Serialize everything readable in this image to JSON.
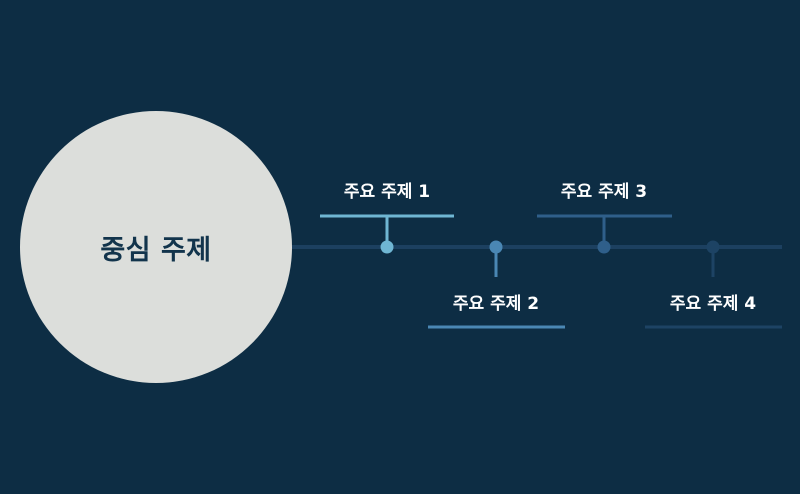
{
  "center": {
    "label": "중심 주제"
  },
  "topics": [
    {
      "label": "주요 주제 1",
      "color": "#6fb6d3"
    },
    {
      "label": "주요 주제 2",
      "color": "#4a87b4"
    },
    {
      "label": "주요 주제 3",
      "color": "#2f5f8a"
    },
    {
      "label": "주요 주제 4",
      "color": "#1d4364"
    }
  ],
  "colors": {
    "background": "#0d2d44",
    "circle": "#dcdedb",
    "timeline": "#1c4060"
  }
}
